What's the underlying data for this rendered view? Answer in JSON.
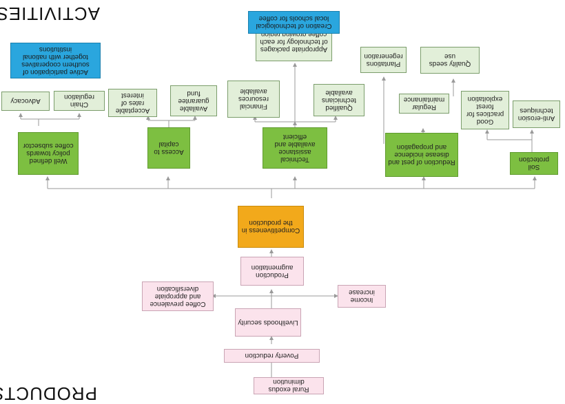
{
  "headings": {
    "activities": "ACTIVITIES",
    "products": "PRODUCTS"
  },
  "nodes": {
    "competitiveness": "Competitiveness in the production",
    "production_aug": "Production augmentation",
    "livelihoods": "Livelihoods security",
    "poverty": "Poverty reduction",
    "rural_exodus": "Rural exodus diminution",
    "coffee_prevalence": "Coffee prevalence and appropiate diversification",
    "income": "Income increase",
    "policy": "Well defined policy towards coffee subsector",
    "access_capital": "Access to capital",
    "technical": "Technical assistance available and efficient",
    "pest": "Reduction of pest and disease incidence and propagation",
    "soil": "Soil protection",
    "advocacy": "Advocacy",
    "chain": "Chain regulation",
    "acceptable": "Acceptable rates of interest",
    "guarantee": "Available guarantee fund",
    "financial": "Financial resources available",
    "qualified": "Qualified technicians available",
    "maintenance": "Regular maintainance",
    "good_practices": "Good practices for forest exploitation",
    "antierosion": "Anti-erosion techniques",
    "active_participation": "Active participation of southern cooperatives together with national institutions",
    "packages": "Appropriate packages of technology for each coffee growing region",
    "schools": "Creation of technological local schools for coffee",
    "plantations": "Plantations regeneration",
    "quality_seeds": "Quality seeds use"
  },
  "colors": {
    "activity_main": "#7dbf41",
    "activity_sub": "#e2efd9",
    "institutional": "#2aa6de",
    "core": "#f2a91b",
    "product": "#fbe3ec",
    "connector": "#9a9a9a"
  }
}
